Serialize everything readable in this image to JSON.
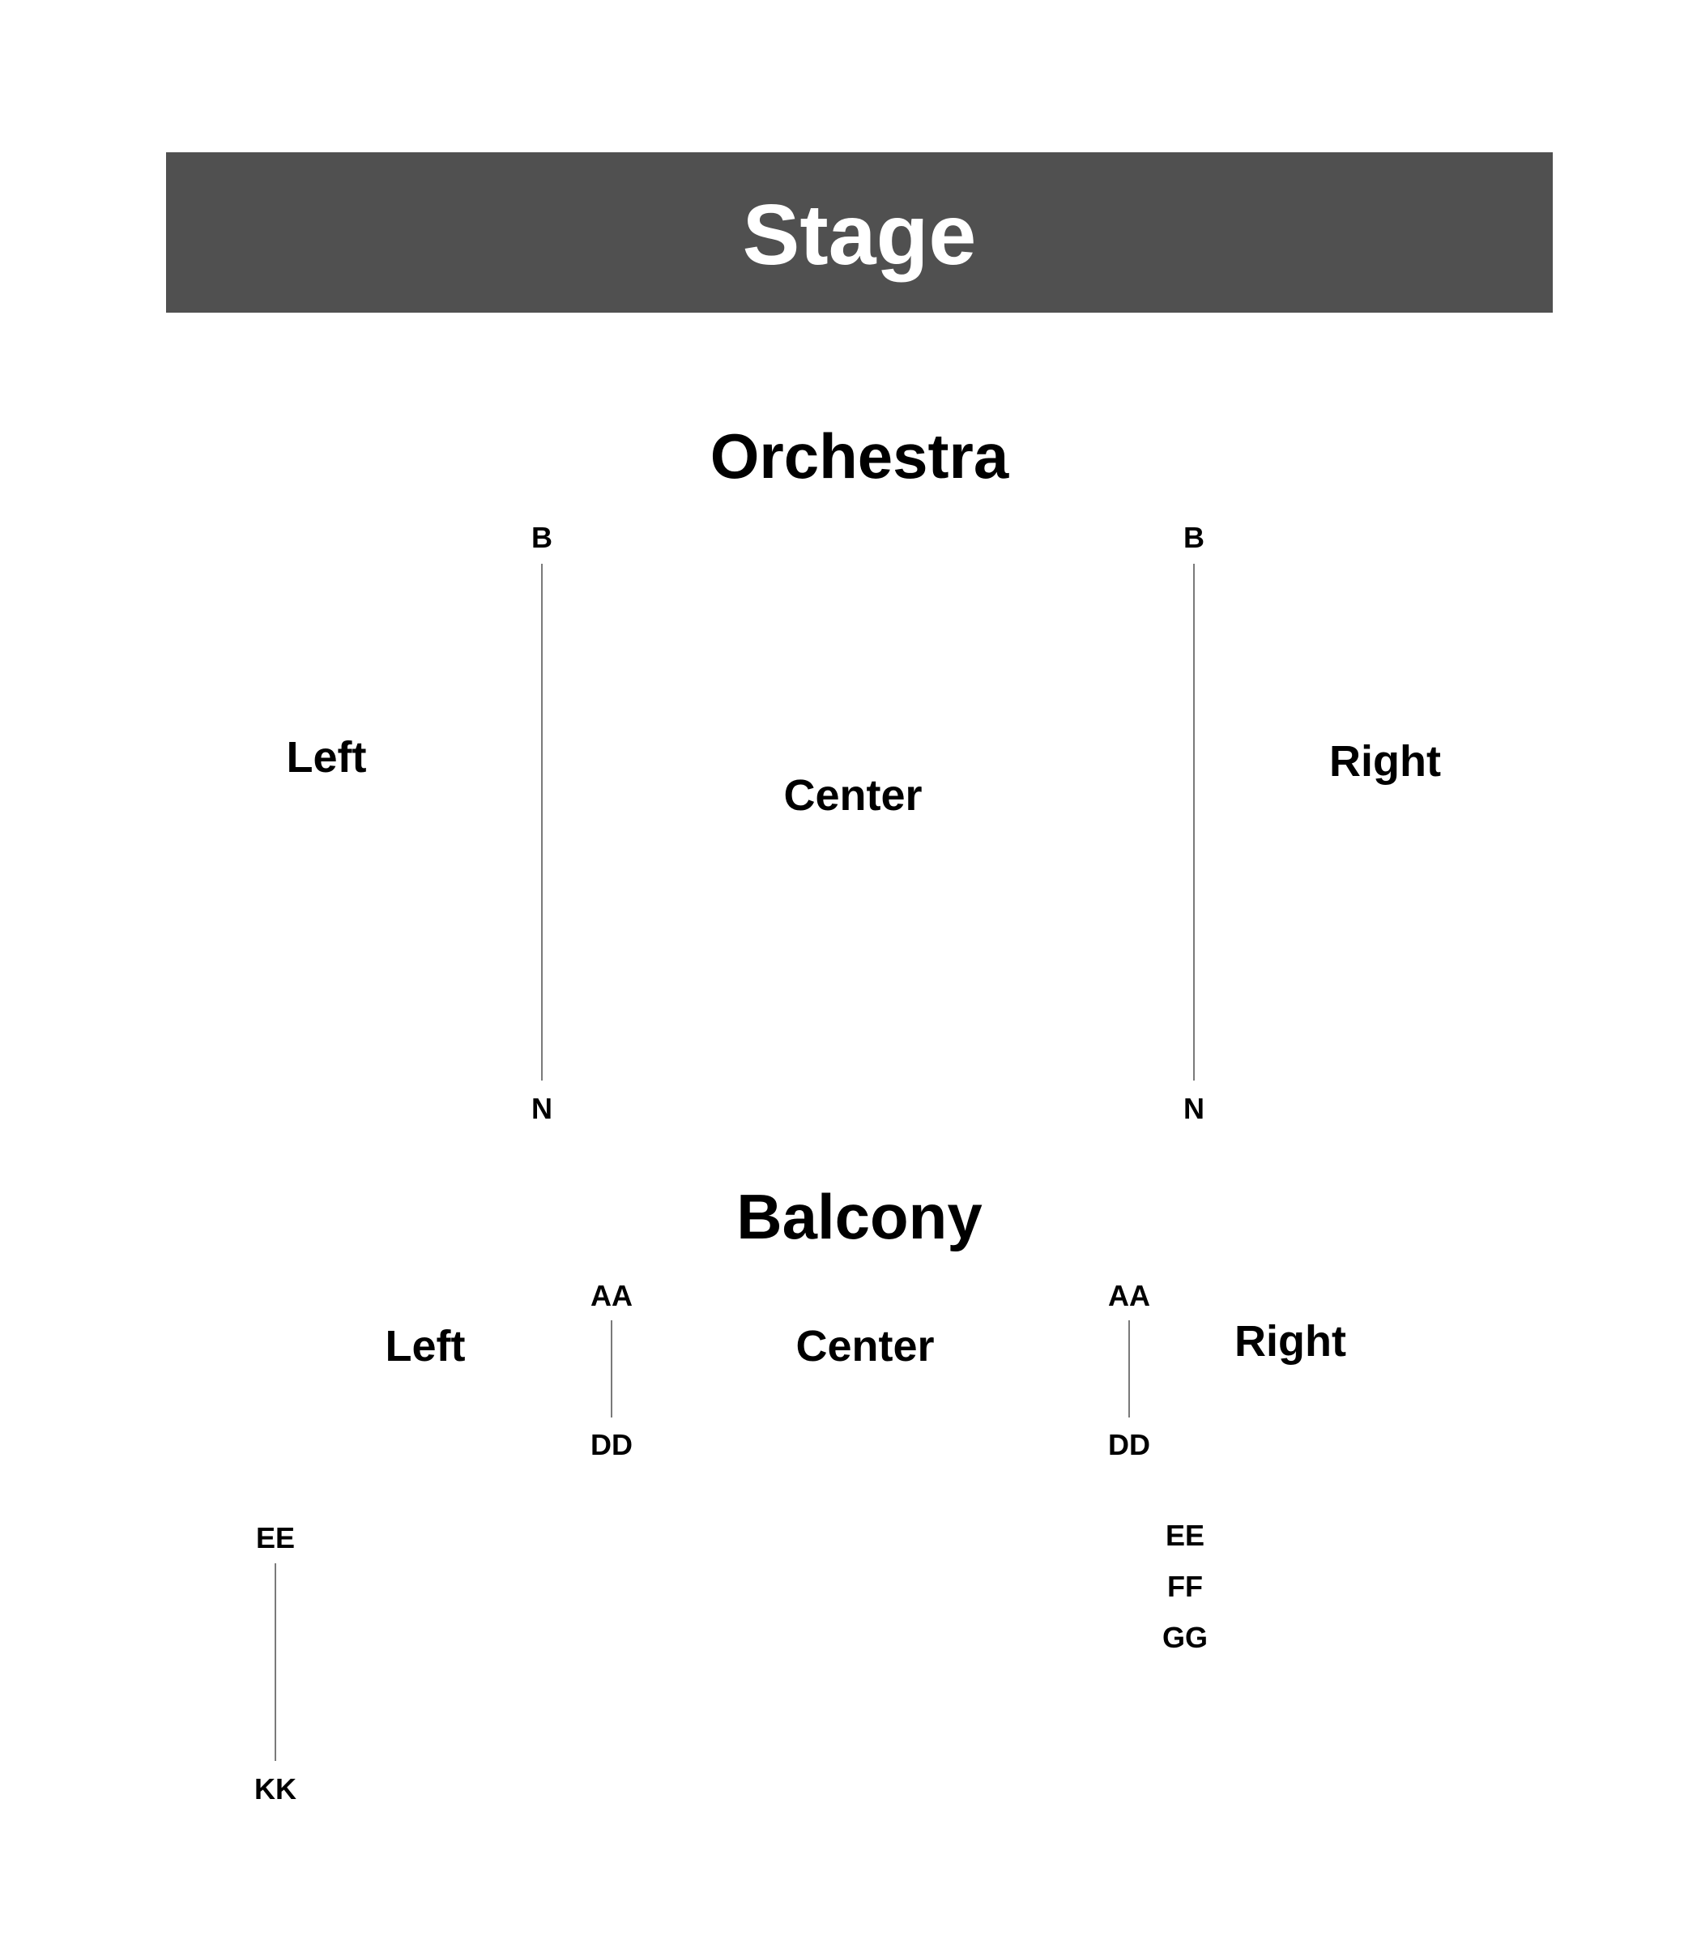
{
  "stage": {
    "label": "Stage"
  },
  "orchestra": {
    "title": "Orchestra",
    "left_label": "Left",
    "center_label": "Center",
    "right_label": "Right",
    "left_aisle": {
      "start": "B",
      "end": "N"
    },
    "right_aisle": {
      "start": "B",
      "end": "N"
    }
  },
  "balcony": {
    "title": "Balcony",
    "left_label": "Left",
    "center_label": "Center",
    "right_label": "Right",
    "left_aisle": {
      "start": "AA",
      "end": "DD"
    },
    "right_aisle": {
      "start": "AA",
      "end": "DD"
    },
    "left_rear": {
      "start": "EE",
      "end": "KK"
    },
    "right_rear_rows": [
      "EE",
      "FF",
      "GG"
    ]
  },
  "colors": {
    "stage_fill": "#505050",
    "stage_text": "#ffffff",
    "aisle_line": "#7a7a7a",
    "text": "#000000"
  }
}
